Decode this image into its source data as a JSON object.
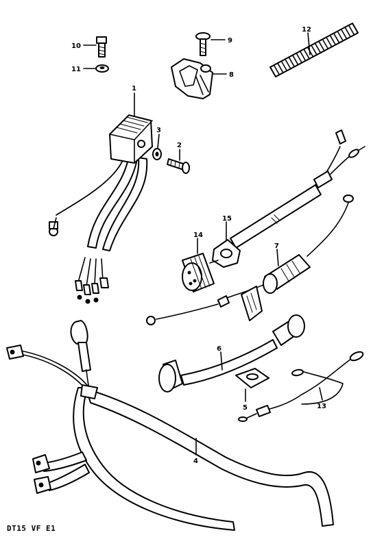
{
  "diagram": {
    "callouts": [
      {
        "id": "1",
        "text": "1"
      },
      {
        "id": "2",
        "text": "2"
      },
      {
        "id": "3",
        "text": "3"
      },
      {
        "id": "4",
        "text": "4"
      },
      {
        "id": "5",
        "text": "5"
      },
      {
        "id": "6",
        "text": "6"
      },
      {
        "id": "7",
        "text": "7"
      },
      {
        "id": "8",
        "text": "8"
      },
      {
        "id": "9",
        "text": "9"
      },
      {
        "id": "10",
        "text": "10"
      },
      {
        "id": "11",
        "text": "11"
      },
      {
        "id": "12",
        "text": "12"
      },
      {
        "id": "13",
        "text": "13"
      },
      {
        "id": "14",
        "text": "14"
      },
      {
        "id": "15",
        "text": "15"
      }
    ],
    "footer_code": "DT15 VF E1"
  }
}
